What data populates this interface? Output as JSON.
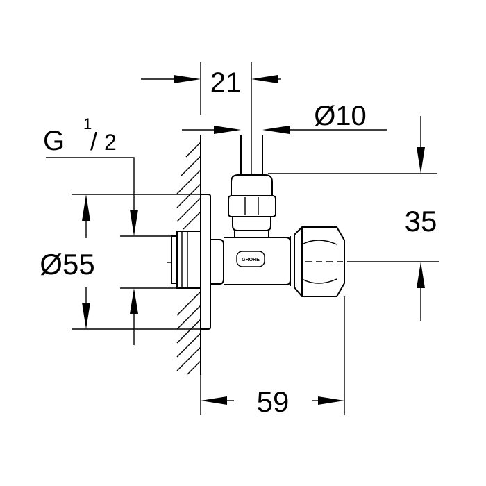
{
  "dimensions": {
    "top_width": "21",
    "pipe_diameter": "Ø10",
    "thread": "G",
    "thread_num": "1",
    "thread_den": "2",
    "flange_diameter": "Ø55",
    "height": "35",
    "depth": "59"
  },
  "logo_text": "GROHE",
  "colors": {
    "line": "#000000",
    "background": "#ffffff"
  }
}
